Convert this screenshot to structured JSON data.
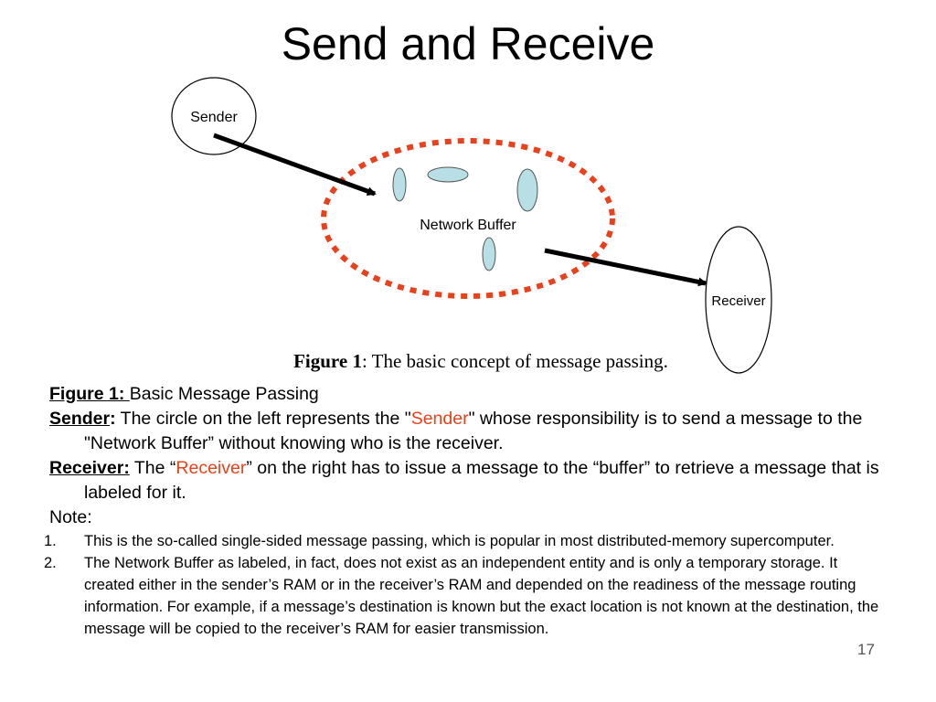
{
  "title": "Send and Receive",
  "diagram": {
    "sender_label": "Sender",
    "buffer_label": "Network Buffer",
    "receiver_label": "Receiver",
    "colors": {
      "buffer_outline": "#e8411b",
      "message_fill": "#b8dfe6",
      "message_stroke": "#555555",
      "arrow": "#000000"
    }
  },
  "caption": {
    "label": "Figure 1",
    "text": ": The basic concept of message passing."
  },
  "figure_line": {
    "label": "Figure 1: ",
    "text": "Basic Message Passing"
  },
  "sender_para": {
    "label": "Sender",
    "colon": ":",
    "text_before": " The circle on the left represents the \"",
    "highlight": "Sender",
    "text_after": "\" whose responsibility is to send a message to the \"Network Buffer” without knowing who is the receiver."
  },
  "receiver_para": {
    "label": "Receiver:",
    "text_before": " The “",
    "highlight": "Receiver",
    "text_after": "” on the right has to issue a message to the “buffer” to retrieve a message that is labeled for it."
  },
  "note_label": "Note:",
  "notes": [
    {
      "num": "1.",
      "text": "This is the so-called single-sided message passing, which is popular in most distributed-memory supercomputer."
    },
    {
      "num": "2.",
      "text": "The Network Buffer as labeled, in fact, does not exist as an independent entity and is only a temporary storage. It created either in the sender’s RAM or in the receiver’s RAM and depended on the readiness of the message routing information. For example, if a message’s destination is known but the exact location is not known at the destination, the message will be copied to the receiver’s RAM for easier transmission."
    }
  ],
  "page_number": "17"
}
